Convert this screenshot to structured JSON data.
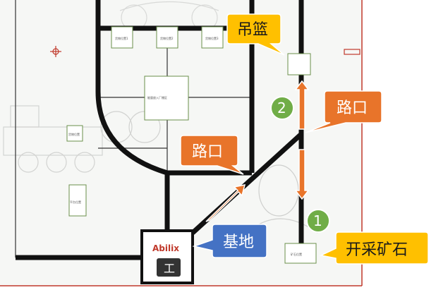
{
  "labels": {
    "basket": "吊篮",
    "junction_upper": "路口",
    "junction_lower": "路口",
    "base": "基地",
    "mine": "开采矿石",
    "step1": "1",
    "step2": "2",
    "logo_brand": "Abilix",
    "logo_sub": "工",
    "small_box_1": "货物位置1",
    "small_box_2": "货物位置2",
    "small_box_3": "货物位置3",
    "small_box_4": "货物位置",
    "center_box": "能量放入厂棚区",
    "left_box": "平台位置",
    "mine_box": "矿石位置"
  },
  "colors": {
    "orange_callout": "#e8742a",
    "orange_arrow": "#e8742a",
    "yellow_callout": "#ffc000",
    "blue_callout": "#4472c4",
    "green_circle": "#70ad47",
    "track": "#111111",
    "border": "#c0392b"
  }
}
